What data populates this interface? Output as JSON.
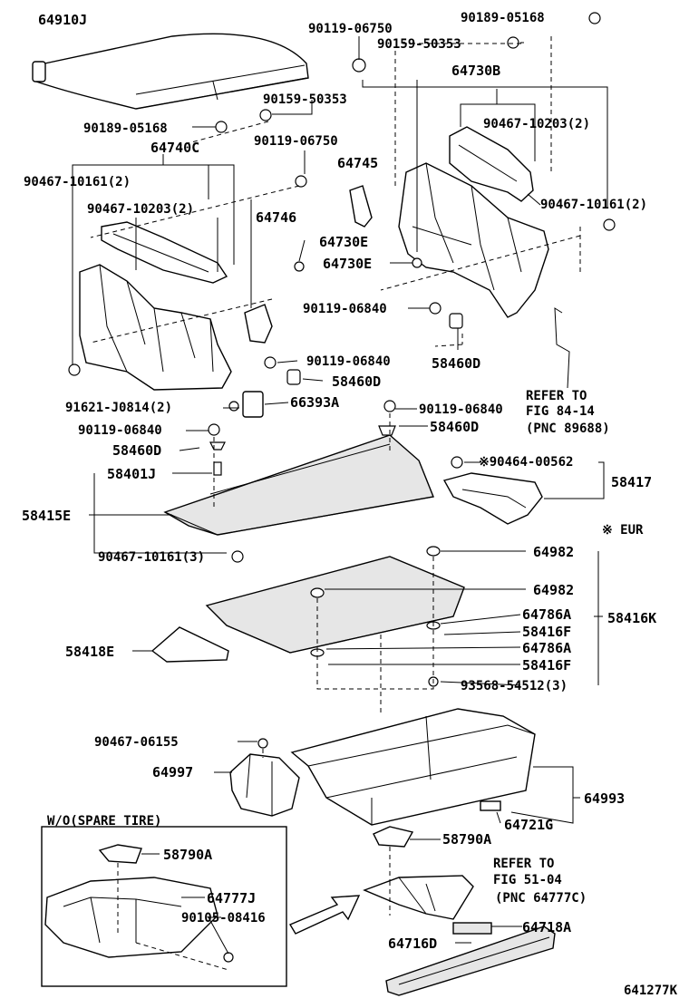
{
  "diagram": {
    "labels": {
      "p64910J": "64910J",
      "p90119_06750_a": "90119-06750",
      "p90189_05168_a": "90189-05168",
      "p90159_50353_a": "90159-50353",
      "p64730B": "64730B",
      "p90159_50353_b": "90159-50353",
      "p90189_05168_b": "90189-05168",
      "p90467_10203_a": "90467-10203(2)",
      "p64740C": "64740C",
      "p90119_06750_b": "90119-06750",
      "p64745": "64745",
      "p90467_10161_a": "90467-10161(2)",
      "p90467_10203_b": "90467-10203(2)",
      "p64746": "64746",
      "p90467_10161_b": "90467-10161(2)",
      "p64730E_a": "64730E",
      "p64730E_b": "64730E",
      "p90119_06840_a": "90119-06840",
      "p90119_06840_b": "90119-06840",
      "p58460D_a": "58460D",
      "p58460D_b": "58460D",
      "refer1_l1": "REFER TO",
      "refer1_l2": "FIG 84-14",
      "refer1_l3": "(PNC 89688)",
      "p91621": "91621-J0814(2)",
      "p66393A": "66393A",
      "p90119_06840_c": "90119-06840",
      "p58460D_c": "58460D",
      "p90119_06840_d": "90119-06840",
      "p58460D_d": "58460D",
      "p90464": "※90464-00562",
      "p58401J": "58401J",
      "p58417": "58417",
      "p58415E": "58415E",
      "eur_note": "※ EUR",
      "p90467_10161_c": "90467-10161(3)",
      "p64982_a": "64982",
      "p64982_b": "64982",
      "p64786A_a": "64786A",
      "p58416K": "58416K",
      "p58416F_a": "58416F",
      "p58418E": "58418E",
      "p64786A_b": "64786A",
      "p58416F_b": "58416F",
      "p93568": "93568-54512(3)",
      "p90467_06155": "90467-06155",
      "p64997": "64997",
      "p64993": "64993",
      "wo_spare": "W/O(SPARE TIRE)",
      "p64721G": "64721G",
      "p58790A_a": "58790A",
      "p58790A_b": "58790A",
      "refer2_l1": "REFER TO",
      "refer2_l2": "FIG 51-04",
      "refer2_l3": "(PNC 64777C)",
      "p64777J": "64777J",
      "p90105": "90105-08416",
      "p64718A": "64718A",
      "p64716D": "64716D",
      "fig_code": "641277K"
    }
  }
}
